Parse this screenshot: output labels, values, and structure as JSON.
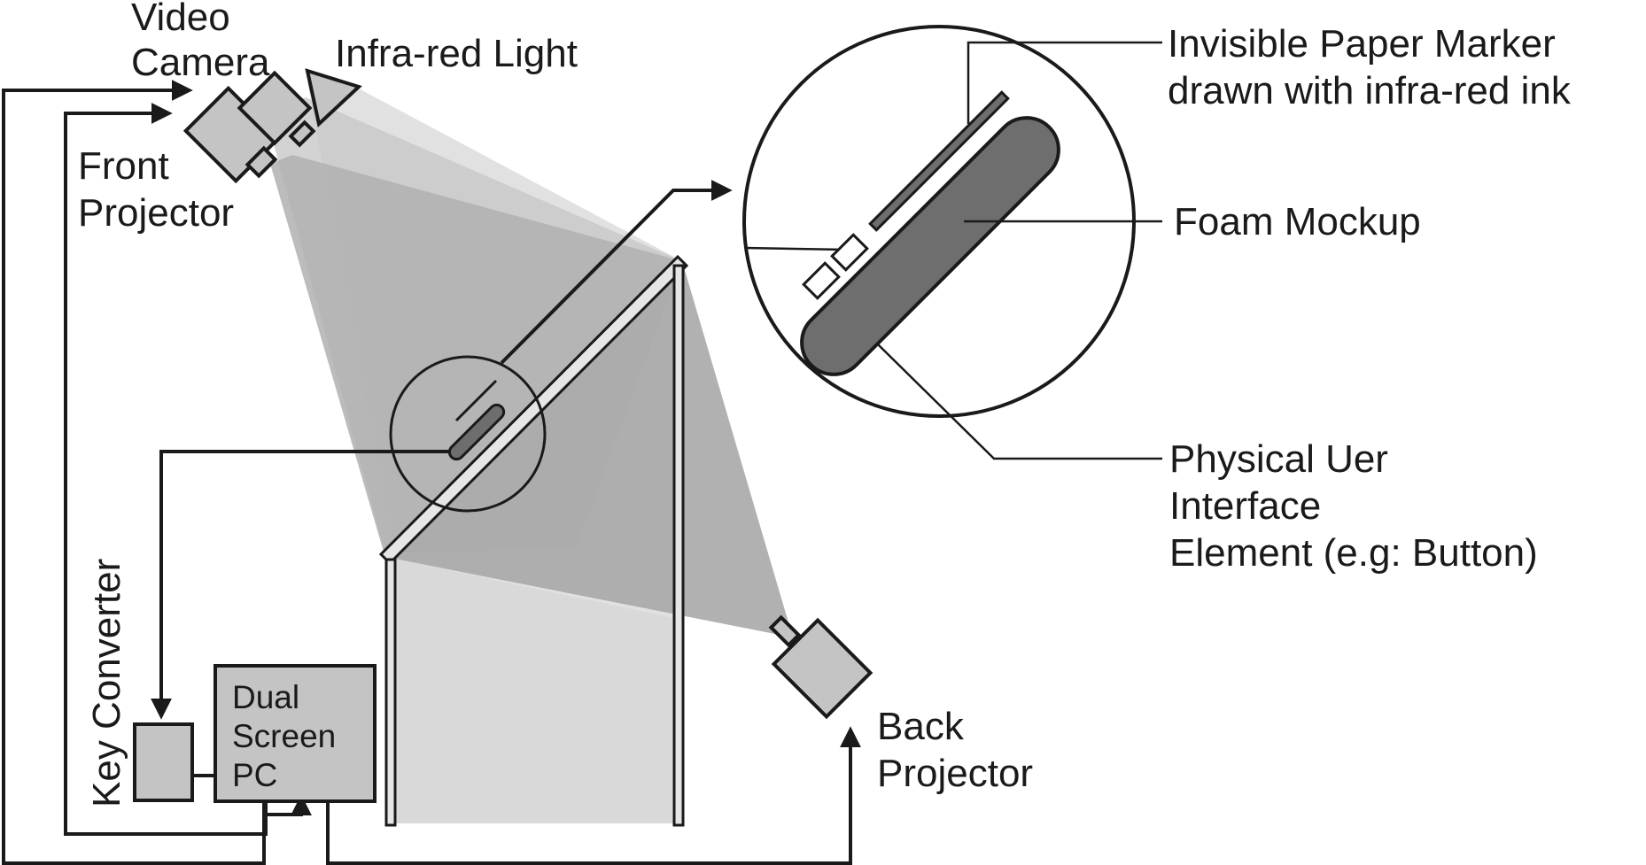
{
  "labels": {
    "video_camera_1": "Video",
    "video_camera_2": "Camera",
    "infrared_light": "Infra-red Light",
    "front_projector_1": "Front",
    "front_projector_2": "Projector",
    "key_converter": "Key Converter",
    "dual_screen_pc_1": "Dual",
    "dual_screen_pc_2": "Screen",
    "dual_screen_pc_3": "PC",
    "back_projector_1": "Back",
    "back_projector_2": "Projector",
    "paper_marker_1": "Invisible Paper Marker",
    "paper_marker_2": "drawn with infra-red ink",
    "foam_mockup": "Foam Mockup",
    "pui_element_1": "Physical Uer",
    "pui_element_2": "Interface",
    "pui_element_3": "Element (e.g: Button)"
  },
  "colors": {
    "device_fill": "#c4c4c4",
    "foam_fill": "#6e6e6e",
    "beam_light": "#dcdcdc",
    "beam_dark": "#a8a8a8",
    "line": "#1a1a1a"
  }
}
